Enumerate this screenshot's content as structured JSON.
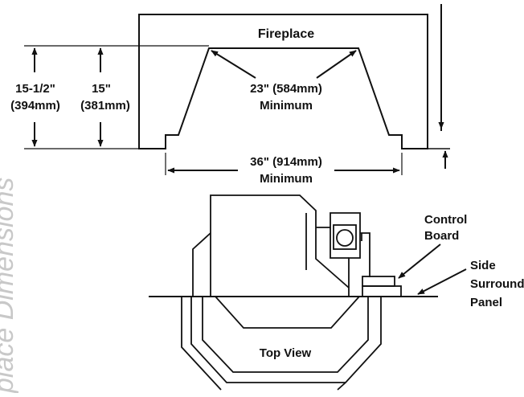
{
  "side_title": "place  Dimensions",
  "labels": {
    "fireplace": "Fireplace",
    "dim_15_5": "15-1/2\"",
    "dim_15_5_mm": "(394mm)",
    "dim_15": "15\"",
    "dim_15_mm": "(381mm)",
    "dim_23": "23\" (584mm)",
    "dim_23_sub": "Minimum",
    "dim_36": "36\" (914mm)",
    "dim_36_sub": "Minimum",
    "control_board_1": "Control",
    "control_board_2": "Board",
    "side_surround_1": "Side",
    "side_surround_2": "Surround",
    "side_surround_3": "Panel",
    "top_view": "Top View"
  },
  "colors": {
    "line": "#111111",
    "side_title": "#c8c8c8"
  }
}
